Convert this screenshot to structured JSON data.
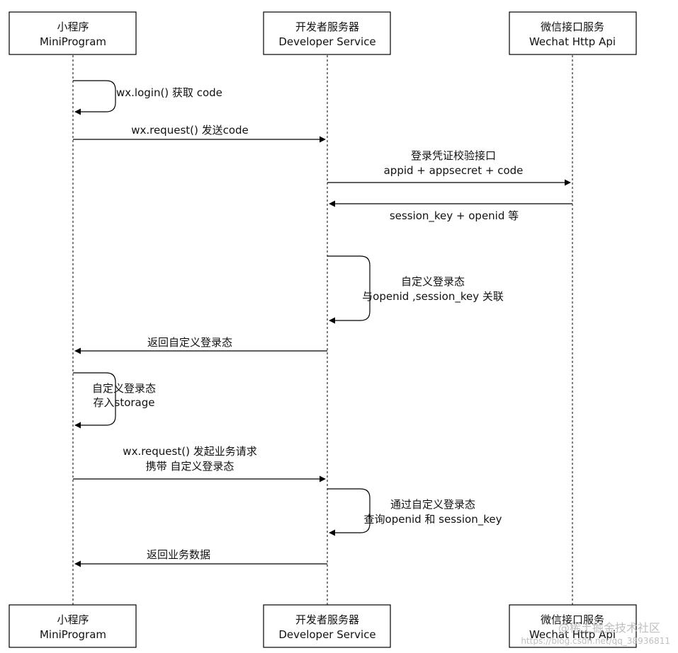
{
  "participants": [
    {
      "name": "小程序",
      "subname": "MiniProgram"
    },
    {
      "name": "开发者服务器",
      "subname": "Developer Service"
    },
    {
      "name": "微信接口服务",
      "subname": "Wechat Http Api"
    }
  ],
  "messages": [
    {
      "from": 0,
      "to": 0,
      "lines": [
        "wx.login() 获取 code"
      ]
    },
    {
      "from": 0,
      "to": 1,
      "lines": [
        "wx.request() 发送code"
      ]
    },
    {
      "from": 1,
      "to": 2,
      "lines": [
        "登录凭证校验接口",
        "appid + appsecret + code"
      ]
    },
    {
      "from": 2,
      "to": 1,
      "lines": [
        "session_key + openid 等"
      ]
    },
    {
      "from": 1,
      "to": 1,
      "lines": [
        "自定义登录态",
        "与openid ,session_key 关联"
      ]
    },
    {
      "from": 1,
      "to": 0,
      "lines": [
        "返回自定义登录态"
      ]
    },
    {
      "from": 0,
      "to": 0,
      "lines": [
        "自定义登录态",
        "存入storage"
      ]
    },
    {
      "from": 0,
      "to": 1,
      "lines": [
        "wx.request() 发起业务请求",
        "携带 自定义登录态"
      ]
    },
    {
      "from": 1,
      "to": 1,
      "lines": [
        "通过自定义登录态",
        "查询openid 和 session_key"
      ]
    },
    {
      "from": 1,
      "to": 0,
      "lines": [
        "返回业务数据"
      ]
    }
  ],
  "watermark": {
    "text": "@稀土掘金技术社区",
    "url": "https://blog.csdn.net/qq_38936811"
  }
}
